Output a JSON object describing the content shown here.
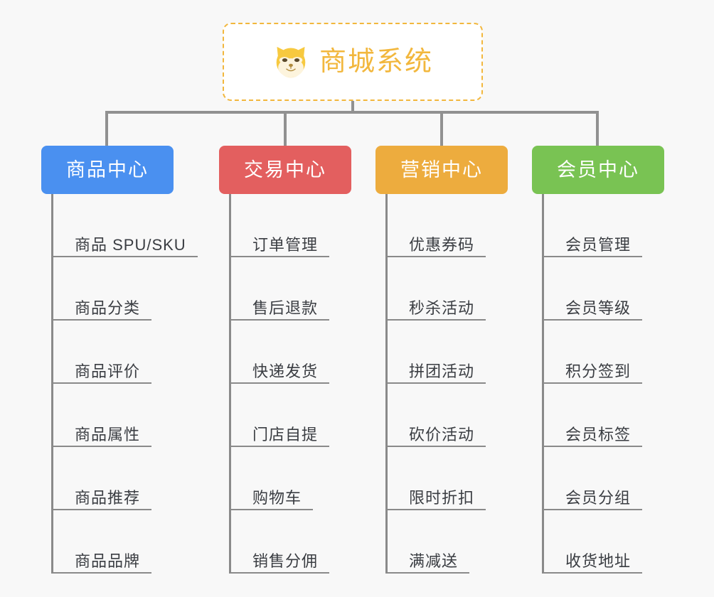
{
  "diagram": {
    "type": "org-chart",
    "root": {
      "title": "商城系统",
      "icon": "shiba-dog-icon",
      "accent_color": "#f2b73d",
      "border_style": "dashed",
      "background": "#ffffff"
    },
    "canvas_background": "#f8f8f8",
    "connector_color": "#919191",
    "branches": [
      {
        "label": "商品中心",
        "color": "#4a90f0",
        "items": [
          "商品 SPU/SKU",
          "商品分类",
          "商品评价",
          "商品属性",
          "商品推荐",
          "商品品牌"
        ]
      },
      {
        "label": "交易中心",
        "color": "#e35f5f",
        "items": [
          "订单管理",
          "售后退款",
          "快递发货",
          "门店自提",
          "购物车",
          "销售分佣"
        ]
      },
      {
        "label": "营销中心",
        "color": "#edac3e",
        "items": [
          "优惠券码",
          "秒杀活动",
          "拼团活动",
          "砍价活动",
          "限时折扣",
          "满减送"
        ]
      },
      {
        "label": "会员中心",
        "color": "#79c353",
        "items": [
          "会员管理",
          "会员等级",
          "积分签到",
          "会员标签",
          "会员分组",
          "收货地址"
        ]
      }
    ]
  }
}
